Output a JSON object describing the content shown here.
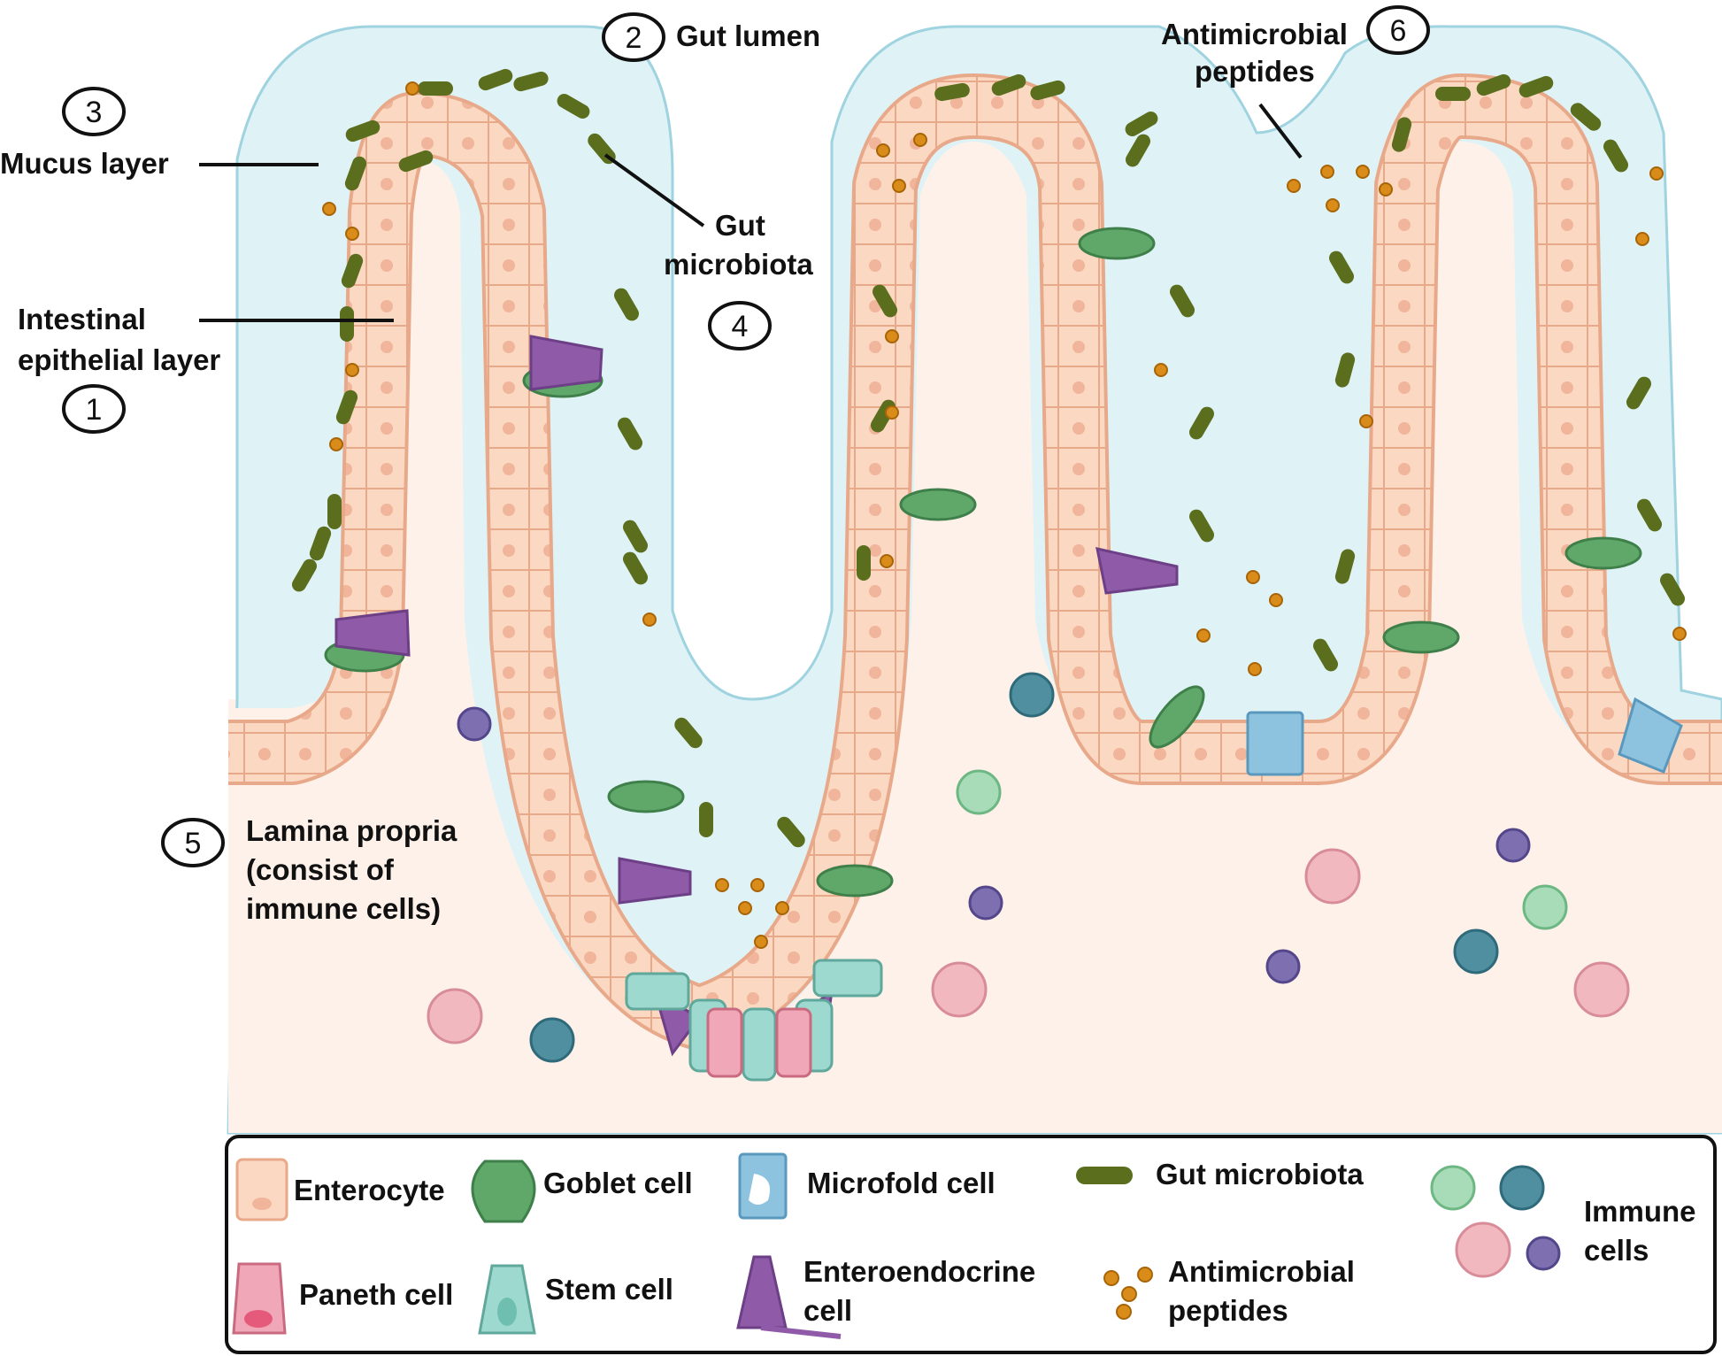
{
  "labels": {
    "mucus": "Mucus layer",
    "lumen": "Gut lumen",
    "microbiota_1": "Gut",
    "microbiota_2": "microbiota",
    "epithelial_1": "Intestinal",
    "epithelial_2": "epithelial layer",
    "amp_1": "Antimicrobial",
    "amp_2": "peptides",
    "lamina_1": "Lamina propria",
    "lamina_2": "(consist of",
    "lamina_3": "immune cells)"
  },
  "numbers": {
    "epithelial": "1",
    "lumen": "2",
    "mucus": "3",
    "microbiota": "4",
    "lamina": "5",
    "amp": "6"
  },
  "legend": {
    "enterocyte": "Enterocyte",
    "goblet": "Goblet cell",
    "microfold": "Microfold cell",
    "microbiota": "Gut microbiota",
    "paneth": "Paneth cell",
    "stem": "Stem cell",
    "enteroendocrine_1": "Enteroendocrine",
    "enteroendocrine_2": "cell",
    "amp_1": "Antimicrobial",
    "amp_2": "peptides",
    "immune_1": "Immune",
    "immune_2": "cells"
  },
  "colors": {
    "lumen": "#dff3f7",
    "mucus_edge": "#9fd3df",
    "tissue": "#fdf1ea",
    "enterocyte": "#fbd8c2",
    "enterocyte_edge": "#e8a98a",
    "nucleus": "#f0b59a",
    "goblet": "#5fa86a",
    "microbiota": "#5b6e1e",
    "amp": "#d98c1a",
    "paneth": "#f0a8b8",
    "stem": "#9ed9cf",
    "enteroendocrine": "#8f5aa8",
    "microfold": "#8ec3e0",
    "immune_green": "#a8dcb8",
    "immune_teal": "#4f8fa0",
    "immune_pink": "#f2b8c0",
    "immune_purple": "#7d6fb0"
  },
  "icons": [
    "enterocyte-icon",
    "goblet-cell-icon",
    "microfold-cell-icon",
    "microbiota-icon",
    "paneth-cell-icon",
    "stem-cell-icon",
    "enteroendocrine-cell-icon",
    "antimicrobial-peptide-icon",
    "immune-cell-icon"
  ]
}
